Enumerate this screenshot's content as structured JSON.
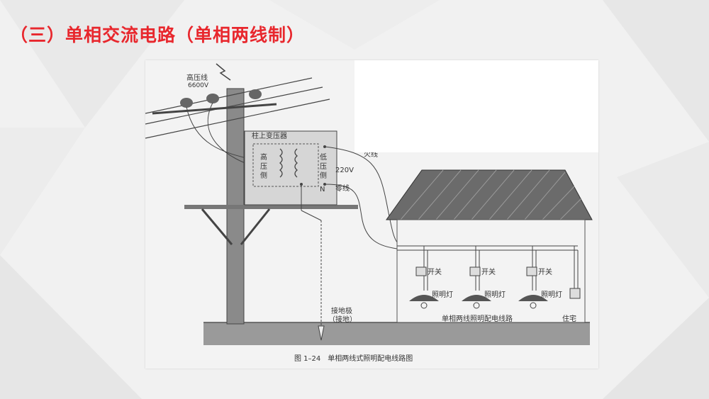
{
  "slide": {
    "title": "（三）单相交流电路（单相两线制）"
  },
  "colors": {
    "title": "#e8272d",
    "background": "#f1f1f1",
    "line": "#444444",
    "roof": "#6b6b6b"
  },
  "figure": {
    "caption": "图 1–24　单相两线式照明配电线路图",
    "labels": {
      "high_voltage_line": "高压线",
      "high_voltage_value": "6600V",
      "transformer": "柱上变压器",
      "high_side": [
        "高",
        "压",
        "侧"
      ],
      "low_side": [
        "低",
        "压",
        "侧"
      ],
      "low_voltage_value": "220V",
      "neutral_mark": "N",
      "live_wire": "火线",
      "neutral_wire": "零线",
      "ground_electrode": "接地极",
      "ground_note": "（接地）",
      "circuit_name": "单相两线照明配电线路",
      "residence": "住宅"
    },
    "branches": [
      {
        "switch": "开关",
        "lamp": "照明灯"
      },
      {
        "switch": "开关",
        "lamp": "照明灯"
      },
      {
        "switch": "开关",
        "lamp": "照明灯"
      }
    ]
  }
}
